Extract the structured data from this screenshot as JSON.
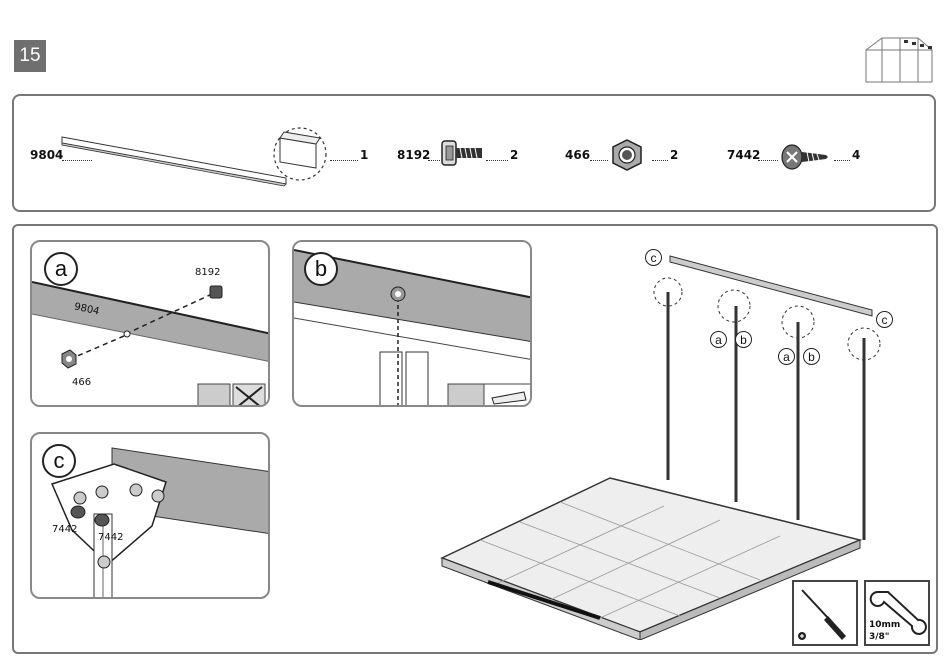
{
  "step": {
    "number": "15"
  },
  "parts": [
    {
      "code": "9804",
      "qty": "1"
    },
    {
      "code": "8192",
      "qty": "2"
    },
    {
      "code": "466",
      "qty": "2"
    },
    {
      "code": "7442",
      "qty": "4"
    }
  ],
  "detail_a": {
    "letter": "a",
    "part_bolt": "8192",
    "part_beam": "9804",
    "part_nut": "466"
  },
  "detail_b": {
    "letter": "b"
  },
  "detail_c": {
    "letter": "c",
    "screw_left": "7442",
    "screw_right": "7442"
  },
  "assembly": {
    "callouts": [
      {
        "label": "c"
      },
      {
        "label": "c"
      },
      {
        "label": "a"
      },
      {
        "label": "b"
      },
      {
        "label": "a"
      },
      {
        "label": "b"
      }
    ]
  },
  "tools": {
    "screwdriver": {
      "icon": "phillips-screwdriver-icon"
    },
    "wrench": {
      "size_mm": "10mm",
      "size_in": "3/8\""
    }
  }
}
